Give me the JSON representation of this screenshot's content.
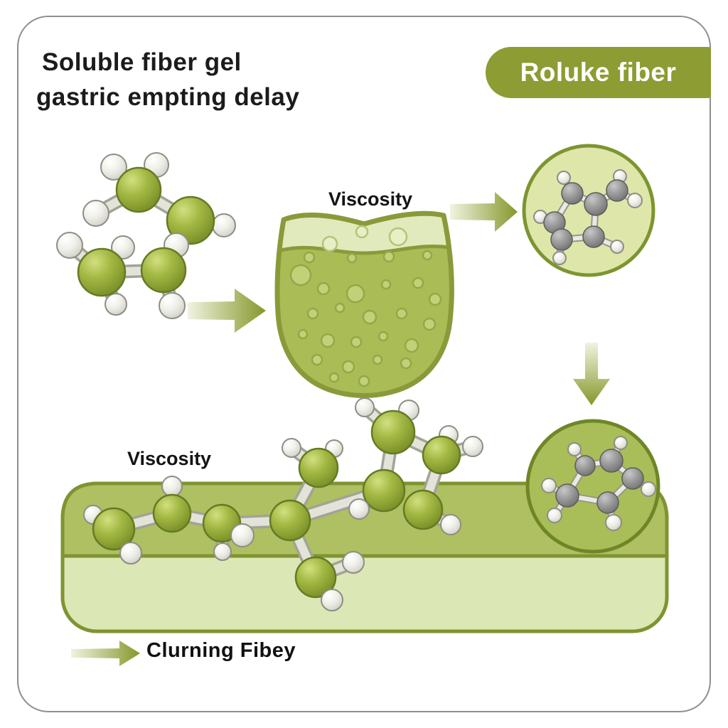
{
  "diagram": {
    "title": {
      "line1": "Soluble fiber gel",
      "line2": "gastric empting delay"
    },
    "badge": {
      "label": "Roluke fiber"
    },
    "beaker": {
      "label": "Viscosity"
    },
    "gel": {
      "label": "Viscosity"
    },
    "caption": {
      "label": "Clurning Fibey"
    },
    "icons": {
      "right_arrow": "→",
      "down_arrow": "↓"
    },
    "colors": {
      "accent_olive": "#8d9c33",
      "outline_olive": "#7f9431",
      "gel_top_band": "#aec061",
      "gel_bottom_band": "#dbe7b4",
      "beaker_liquid": "#a9bc55",
      "beaker_headspace": "#e1eabd",
      "circle_light": "#dee7a9",
      "circle_dark": "#a9bd58",
      "carbon_green": "#9cb23b",
      "carbon_gray": "#8b8b8b",
      "hydrogen_white": "#ededе7",
      "arrow_green": "#85982a",
      "frame_gray": "#8f8f8f",
      "text": "#1b1b1b"
    }
  }
}
